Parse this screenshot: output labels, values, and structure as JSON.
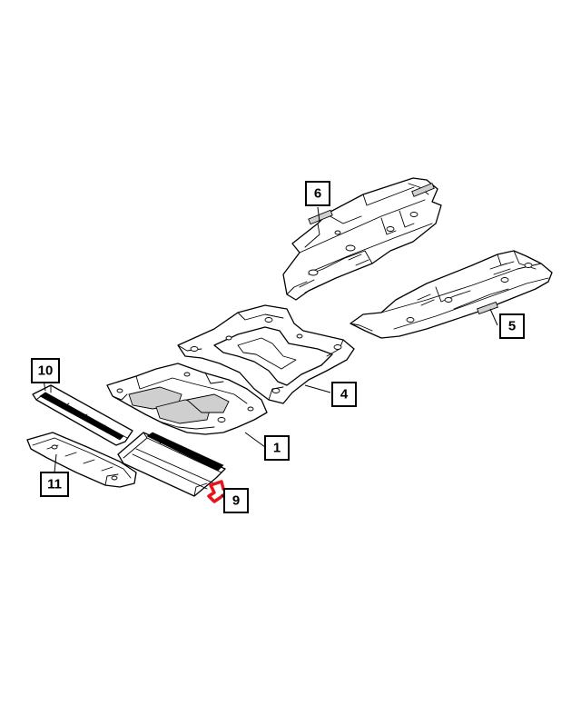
{
  "callouts": [
    {
      "id": "1",
      "label": "1"
    },
    {
      "id": "4",
      "label": "4"
    },
    {
      "id": "5",
      "label": "5"
    },
    {
      "id": "6",
      "label": "6"
    },
    {
      "id": "9",
      "label": "9"
    },
    {
      "id": "10",
      "label": "10"
    },
    {
      "id": "11",
      "label": "11"
    }
  ],
  "colors": {
    "line": "#000000",
    "background": "#ffffff",
    "highlight": "#e8141b"
  },
  "highlighted_part": "9"
}
